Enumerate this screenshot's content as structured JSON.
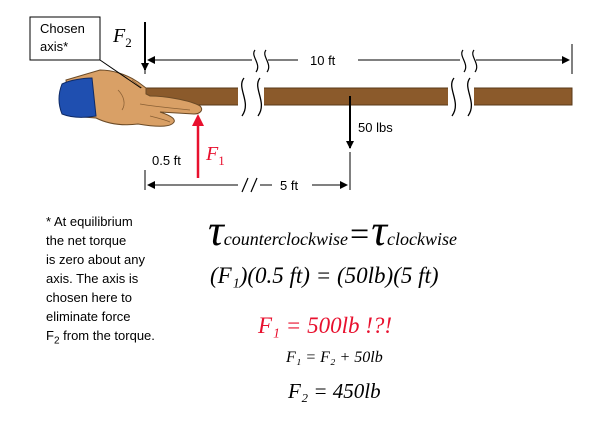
{
  "diagram": {
    "callout": {
      "line1": "Chosen",
      "line2": "axis*"
    },
    "force_f2": {
      "symbol": "F",
      "subscript": "2"
    },
    "force_f1": {
      "symbol": "F",
      "subscript": "1"
    },
    "dim_total": "10 ft",
    "dim_f1": "0.5 ft",
    "dim_half": "5 ft",
    "weight": "50 lbs",
    "colors": {
      "beam": "#8b5a2b",
      "hand": "#d9a066",
      "sleeve": "#1f4fb0",
      "f1_arrow": "#e8102e"
    }
  },
  "note": {
    "lines": [
      "* At equilibrium",
      "the net torque",
      "is zero about any",
      "axis. The axis is",
      "chosen here to",
      "eliminate force"
    ],
    "last_line_prefix": "F",
    "last_line_sub": "2",
    "last_line_suffix": " from the torque."
  },
  "equations": {
    "eq1": {
      "tau": "τ",
      "sub_left": "counterclockwise",
      "equals": "=",
      "sub_right": "clockwise"
    },
    "eq2": "(F₁)(0.5 ft) = (50lb)(5 ft)",
    "eq3": "F₁ = 500lb  !?!",
    "eq4": "F₁ = F₂ + 50lb",
    "eq5": "F₂ = 450lb"
  }
}
